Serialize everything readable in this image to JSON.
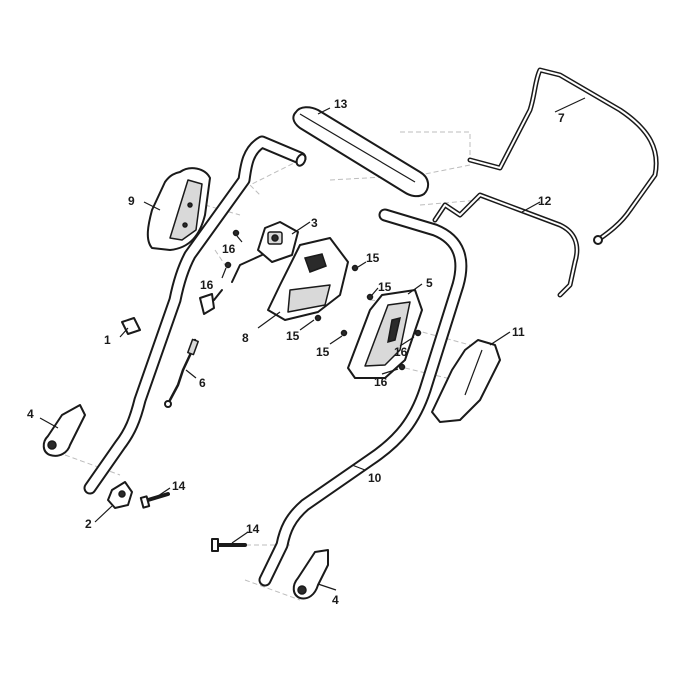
{
  "diagram": {
    "callouts": {
      "c1": "1",
      "c2": "2",
      "c3": "3",
      "c4a": "4",
      "c4b": "4",
      "c5": "5",
      "c6": "6",
      "c7": "7",
      "c8": "8",
      "c9": "9",
      "c10": "10",
      "c11": "11",
      "c12": "12",
      "c13": "13",
      "c14a": "14",
      "c14b": "14",
      "c15a": "15",
      "c15b": "15",
      "c15c": "15",
      "c15d": "15",
      "c16a": "16",
      "c16b": "16",
      "c16c": "16",
      "c16d": "16"
    }
  }
}
